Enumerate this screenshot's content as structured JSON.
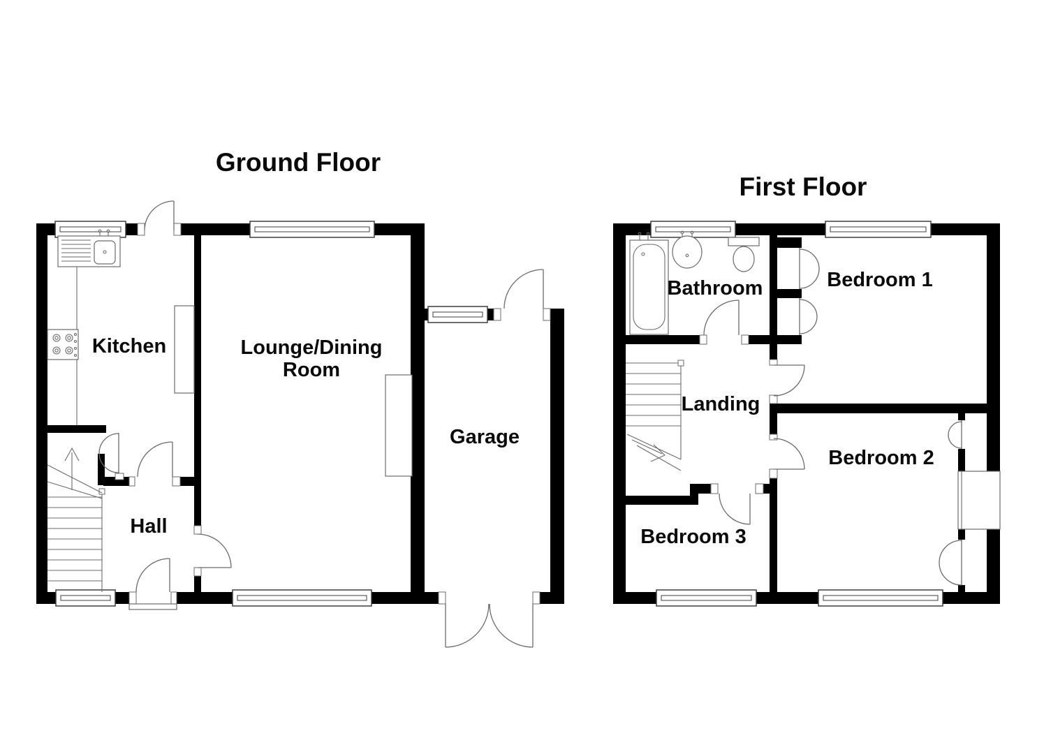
{
  "document": {
    "type": "floorplan",
    "background": "#ffffff"
  },
  "colors": {
    "wall": "#000000",
    "fixture_line": "#6b6b6b",
    "window_line": "#3d3d3d",
    "label_text": "#0a0a0a"
  },
  "ground_floor": {
    "title": "Ground Floor",
    "rooms": {
      "kitchen": {
        "label": "Kitchen"
      },
      "lounge_dining": {
        "label": "Lounge/Dining Room",
        "line1": "Lounge/Dining",
        "line2": "Room"
      },
      "hall": {
        "label": "Hall"
      },
      "garage": {
        "label": "Garage"
      }
    },
    "fixtures": [
      "sink-drainer-unit",
      "hob",
      "worktop",
      "counter",
      "chimney-breast",
      "stairs-up",
      "understairs-cupboard-doors",
      "front-door",
      "back-door",
      "garage-double-doors"
    ],
    "window_count": 5
  },
  "first_floor": {
    "title": "First Floor",
    "rooms": {
      "bathroom": {
        "label": "Bathroom"
      },
      "bedroom_1": {
        "label": "Bedroom 1"
      },
      "landing": {
        "label": "Landing"
      },
      "bedroom_2": {
        "label": "Bedroom 2"
      },
      "bedroom_3": {
        "label": "Bedroom 3"
      }
    },
    "fixtures": [
      "bath",
      "basin",
      "toilet",
      "stairs-down",
      "built-in-cupboards",
      "wardrobe-recess"
    ],
    "window_count": 4
  }
}
